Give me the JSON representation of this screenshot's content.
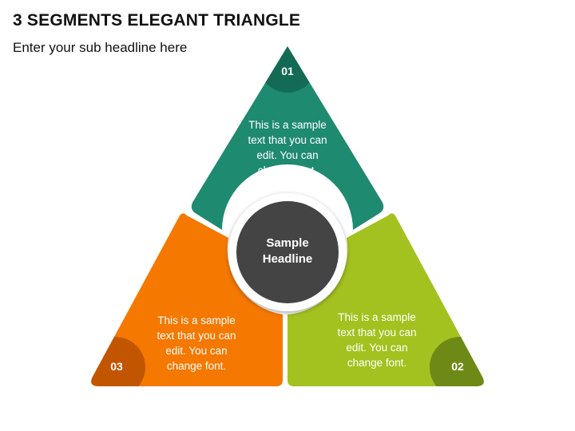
{
  "header": {
    "title": "3 SEGMENTS ELEGANT TRIANGLE",
    "subtitle": "Enter your sub headline here"
  },
  "diagram": {
    "center": {
      "line1": "Sample",
      "line2": "Headline"
    },
    "segments": [
      {
        "number": "01",
        "text": "This is a sample text that you can edit. You can change font.",
        "color": "#1e8a70",
        "badge_color": "#146b55"
      },
      {
        "number": "02",
        "text": "This is a sample text that you can edit. You can change font.",
        "color": "#a3c21f",
        "badge_color": "#6e8a16"
      },
      {
        "number": "03",
        "text": "This is a sample text that you can edit. You can change font.",
        "color": "#f57800",
        "badge_color": "#c25500"
      }
    ],
    "center_color": "#444444"
  }
}
